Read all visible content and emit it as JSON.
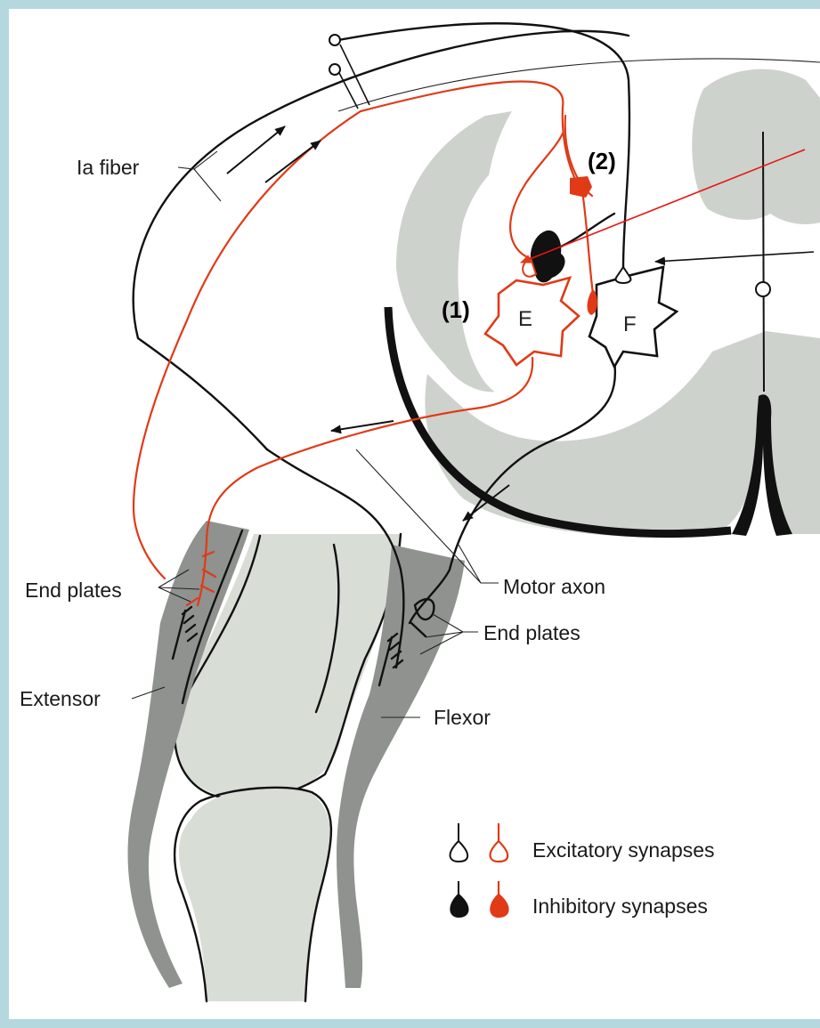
{
  "labels": {
    "ia_fiber": "Ia fiber",
    "motor_axon": "Motor axon",
    "end_plates_left": "End plates",
    "end_plates_right": "End plates",
    "extensor": "Extensor",
    "flexor": "Flexor",
    "neuron_e": "E",
    "neuron_f": "F",
    "marker_1": "(1)",
    "marker_2": "(2)"
  },
  "legend": {
    "excitatory": "Excitatory synapses",
    "inhibitory": "Inhibitory synapses"
  },
  "colors": {
    "red_pathway": "#e03a17",
    "black_pathway": "#111111",
    "gray_matter": "#cdd2cc",
    "muscle": "#8f928f",
    "bone": "#d8ddd6",
    "frame": "#b4d8de"
  }
}
